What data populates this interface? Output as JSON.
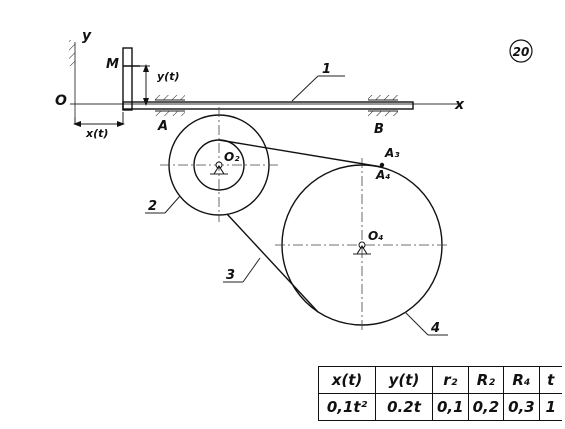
{
  "figure": {
    "variant_number": "20",
    "axis_y": "y",
    "axis_x": "x",
    "origin": "O",
    "point_M": "M",
    "label_y_t": "y(t)",
    "label_x_t": "x(t)",
    "point_A": "A",
    "point_B": "B",
    "center_O2": "O₂",
    "center_O4": "O₄",
    "point_A3": "A₃",
    "point_A4": "A₄",
    "part_1": "1",
    "part_2": "2",
    "part_3": "3",
    "part_4": "4"
  },
  "table": {
    "headers": [
      "x(t)",
      "y(t)",
      "r₂",
      "R₂",
      "R₄",
      "t"
    ],
    "values": [
      "0,1t²",
      "0.2t",
      "0,1",
      "0,2",
      "0,3",
      "1"
    ]
  }
}
